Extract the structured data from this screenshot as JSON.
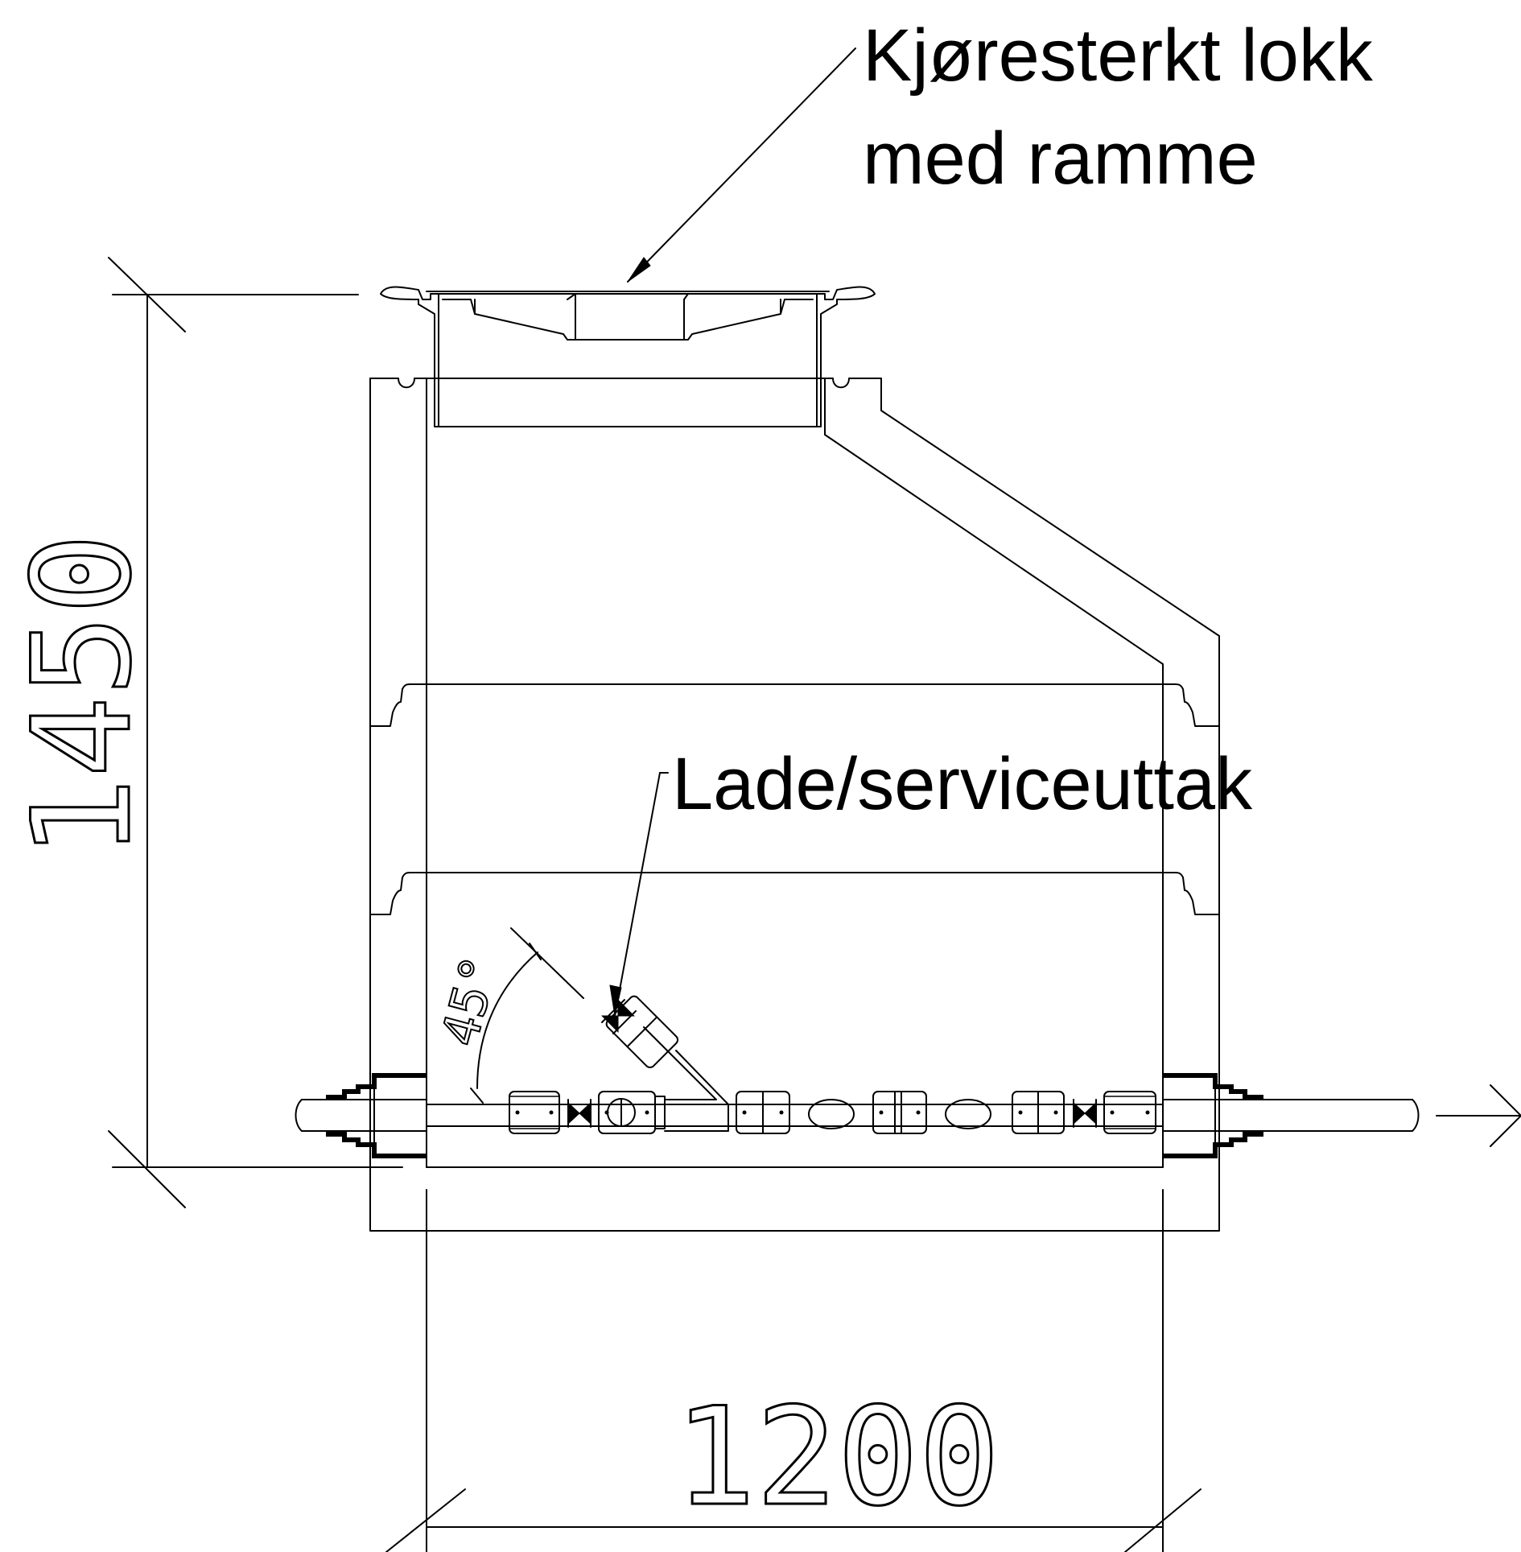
{
  "labels": {
    "lid_line1": "Kjøresterkt lokk",
    "lid_line2": "med ramme",
    "outlet": "Lade/serviceuttak"
  },
  "dimensions": {
    "height": "1450",
    "width": "1200",
    "angle": "45°"
  }
}
